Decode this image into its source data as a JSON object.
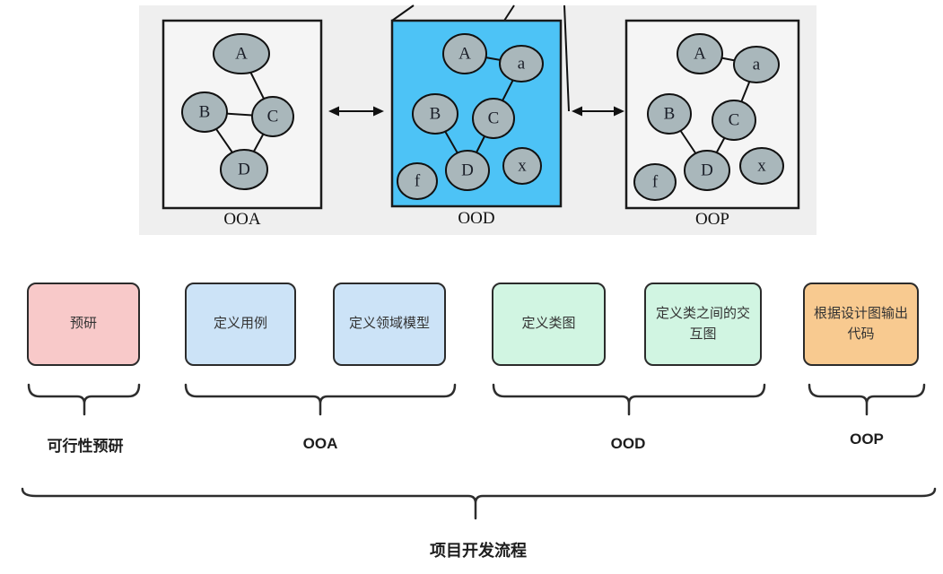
{
  "top": {
    "panels": [
      {
        "caption": "OOA",
        "nodes": [
          {
            "label": "A"
          },
          {
            "label": "B"
          },
          {
            "label": "C"
          },
          {
            "label": "D"
          }
        ],
        "edges": [
          "A-C",
          "B-C",
          "B-D",
          "C-D"
        ]
      },
      {
        "caption": "OOD",
        "nodes": [
          {
            "label": "A"
          },
          {
            "label": "a"
          },
          {
            "label": "B"
          },
          {
            "label": "C"
          },
          {
            "label": "D"
          },
          {
            "label": "f"
          },
          {
            "label": "x"
          }
        ],
        "edges": [
          "A-a",
          "a-C",
          "B-D",
          "C-D"
        ]
      },
      {
        "caption": "OOP",
        "nodes": [
          {
            "label": "A"
          },
          {
            "label": "a"
          },
          {
            "label": "B"
          },
          {
            "label": "C"
          },
          {
            "label": "D"
          },
          {
            "label": "f"
          },
          {
            "label": "x"
          }
        ],
        "edges": [
          "A-a",
          "a-C",
          "B-D",
          "C-D"
        ]
      }
    ]
  },
  "flow": {
    "steps": [
      {
        "label": "预研"
      },
      {
        "label": "定义用例"
      },
      {
        "label": "定义领域模型"
      },
      {
        "label": "定义类图"
      },
      {
        "label": "定义类之间的交互图"
      },
      {
        "label": "根据设计图输出代码"
      }
    ],
    "groups": [
      {
        "label": "可行性预研"
      },
      {
        "label": "OOA"
      },
      {
        "label": "OOD"
      },
      {
        "label": "OOP"
      }
    ],
    "overall_label": "项目开发流程"
  },
  "colors": {
    "band": "#EFEFEF",
    "panel_fill": "#F5F5F5",
    "ood_highlight": "#4DC3F6",
    "node_fill": "#A9B7BB",
    "step_pink": "#F8C9C9",
    "step_blue": "#CCE3F7",
    "step_green": "#D1F5E2",
    "step_orange": "#F8CA90",
    "stroke_dark": "#1F1F1F"
  }
}
